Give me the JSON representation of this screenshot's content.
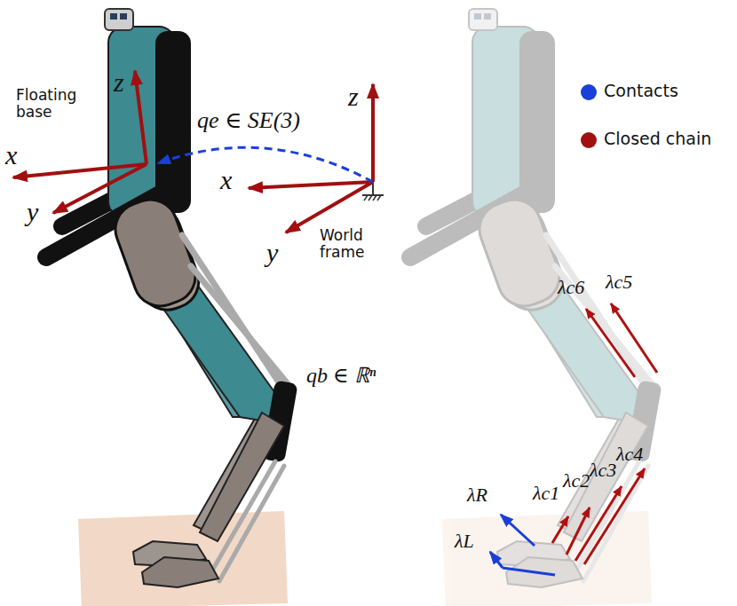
{
  "diagram": {
    "labels": [
      "Floating base",
      "z",
      "x",
      "y",
      "qe ∈ SE(3)",
      "z",
      "x",
      "y",
      "World frame",
      "qb ∈ ℝⁿ",
      "λc6",
      "λc5",
      "λR",
      "λc1",
      "λc2",
      "λc3",
      "λc4",
      "λL"
    ],
    "legend": [
      {
        "text": "Contacts",
        "color": "#1a3fd8"
      },
      {
        "text": "Closed chain",
        "color": "#a01010"
      }
    ]
  }
}
